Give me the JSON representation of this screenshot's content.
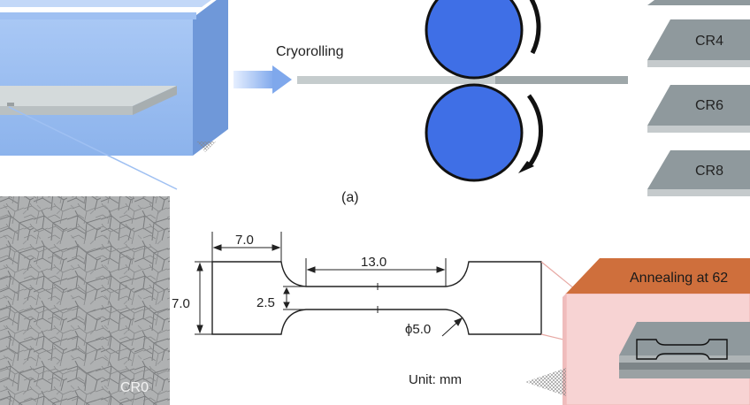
{
  "process": {
    "step_label": "Cryorolling",
    "panel_label": "(a)"
  },
  "plates": [
    "CR4",
    "CR6",
    "CR8"
  ],
  "micrograph": {
    "sample_label": "CR0"
  },
  "specimen": {
    "dims": {
      "grip_length": "7.0",
      "gauge_length": "13.0",
      "grip_width": "7.0",
      "gauge_width": "2.5",
      "fillet_radius": "ϕ5.0"
    },
    "unit_label": "Unit: mm"
  },
  "annealing": {
    "label": "Annealing at 62"
  },
  "colors": {
    "roll": "#3f6fe6",
    "plate": "#8f999d",
    "annealing_top": "#cf6f3c",
    "annealing_box": "#f5cccc",
    "cryo_box": "#8fb6ef"
  }
}
